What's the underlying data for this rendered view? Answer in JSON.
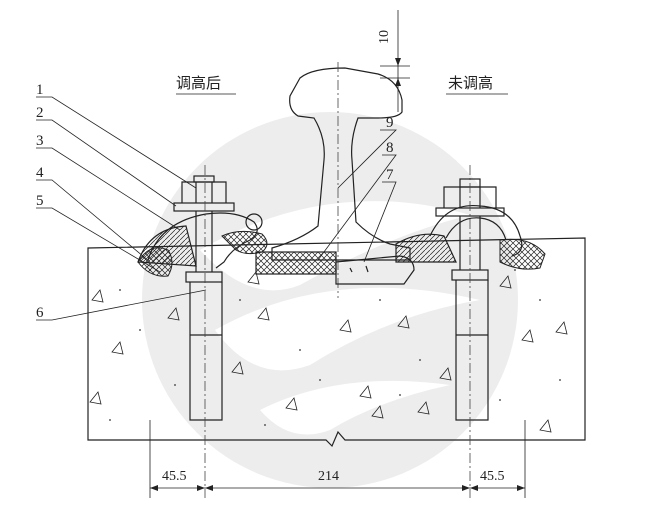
{
  "title_left": "调高后",
  "title_right": "未调高",
  "callouts": [
    "1",
    "2",
    "3",
    "4",
    "5",
    "6",
    "7",
    "8",
    "9"
  ],
  "dimensions": {
    "top": "10",
    "left": "45.5",
    "middle": "214",
    "right": "45.5"
  },
  "colors": {
    "line": "#222222",
    "watermark": "#ebebeb"
  }
}
